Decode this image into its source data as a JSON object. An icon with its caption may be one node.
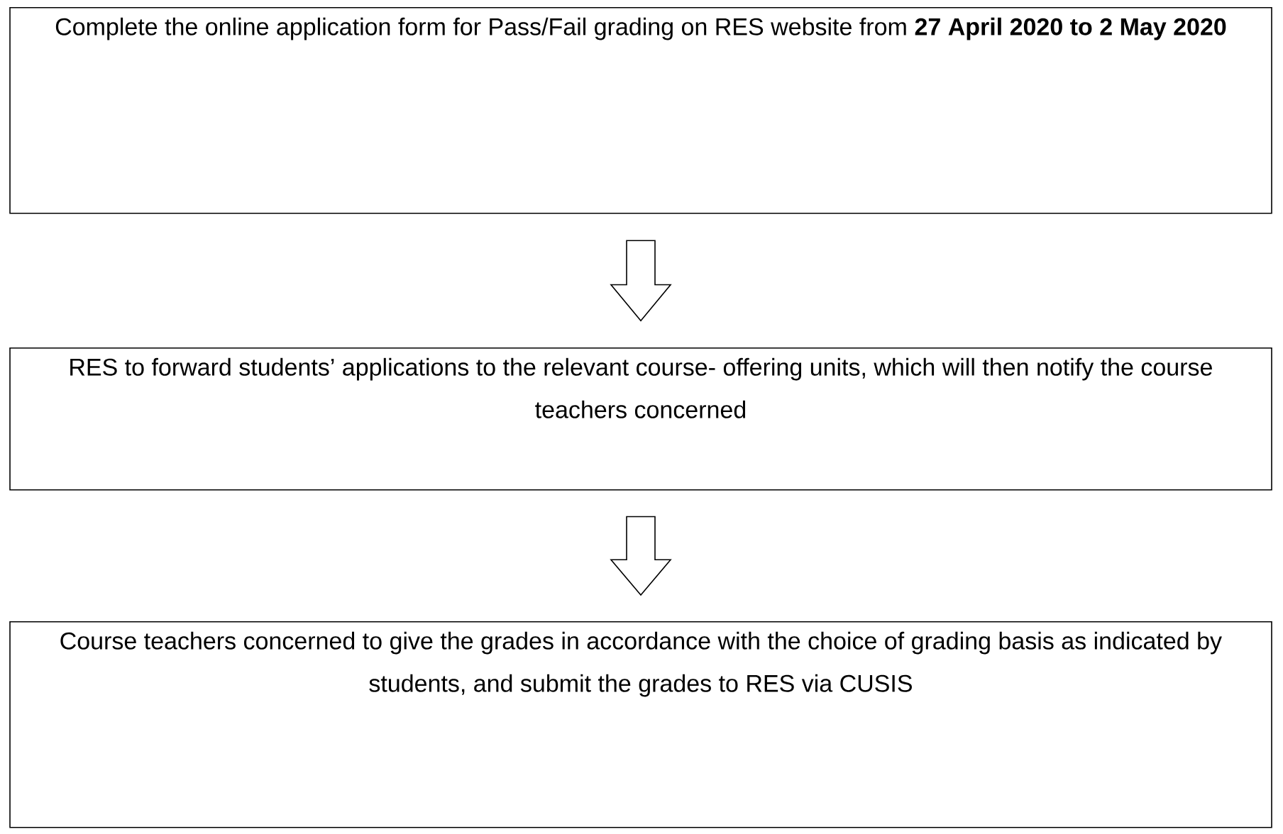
{
  "diagram": {
    "nodes": [
      {
        "text": [
          "Complete the online application form for Pass/Fail grading on RES website from **27 April 2020 to 2 May 2020**"
        ]
      },
      {
        "text": [
          "RES to forward students’ applications to the relevant course- offering units, which will then notify the course teachers concerned"
        ]
      },
      {
        "text": [
          "Course teachers concerned to give the grades in accordance with the choice of grading basis as indicated by students, and submit the grades to RES via CUSIS"
        ]
      }
    ],
    "edges": [
      {
        "from": 0,
        "to": 1,
        "arrow": "to"
      },
      {
        "from": 1,
        "to": 2,
        "arrow": "to"
      }
    ]
  }
}
